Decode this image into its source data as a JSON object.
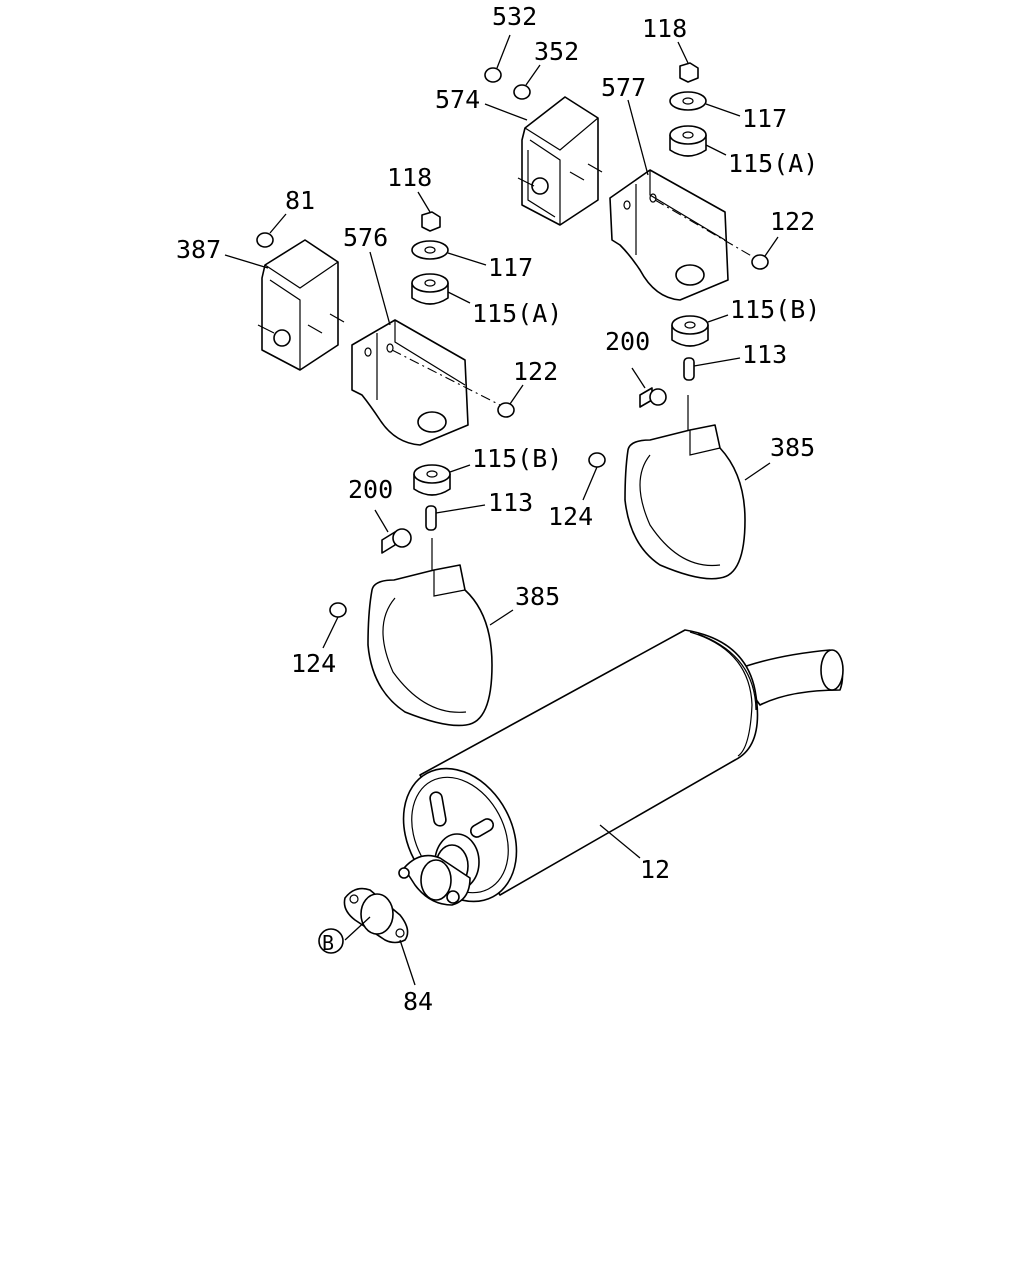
{
  "diagram": {
    "labels": [
      {
        "key": "l532",
        "text": "532"
      },
      {
        "key": "l352",
        "text": "352"
      },
      {
        "key": "l574",
        "text": "574"
      },
      {
        "key": "l577",
        "text": "577"
      },
      {
        "key": "l118a",
        "text": "118"
      },
      {
        "key": "l117a",
        "text": "117"
      },
      {
        "key": "l115Aa",
        "text": "115(A)"
      },
      {
        "key": "l122a",
        "text": "122"
      },
      {
        "key": "l115Ba",
        "text": "115(B)"
      },
      {
        "key": "l113a",
        "text": "113"
      },
      {
        "key": "l200a",
        "text": "200"
      },
      {
        "key": "l385a",
        "text": "385"
      },
      {
        "key": "l124a",
        "text": "124"
      },
      {
        "key": "l81",
        "text": "81"
      },
      {
        "key": "l387",
        "text": "387"
      },
      {
        "key": "l576",
        "text": "576"
      },
      {
        "key": "l118b",
        "text": "118"
      },
      {
        "key": "l117b",
        "text": "117"
      },
      {
        "key": "l115Ab",
        "text": "115(A)"
      },
      {
        "key": "l122b",
        "text": "122"
      },
      {
        "key": "l115Bb",
        "text": "115(B)"
      },
      {
        "key": "l113b",
        "text": "113"
      },
      {
        "key": "l200b",
        "text": "200"
      },
      {
        "key": "l385b",
        "text": "385"
      },
      {
        "key": "l124b",
        "text": "124"
      },
      {
        "key": "l12",
        "text": "12"
      },
      {
        "key": "l84",
        "text": "84"
      },
      {
        "key": "lB",
        "text": "B"
      }
    ]
  }
}
